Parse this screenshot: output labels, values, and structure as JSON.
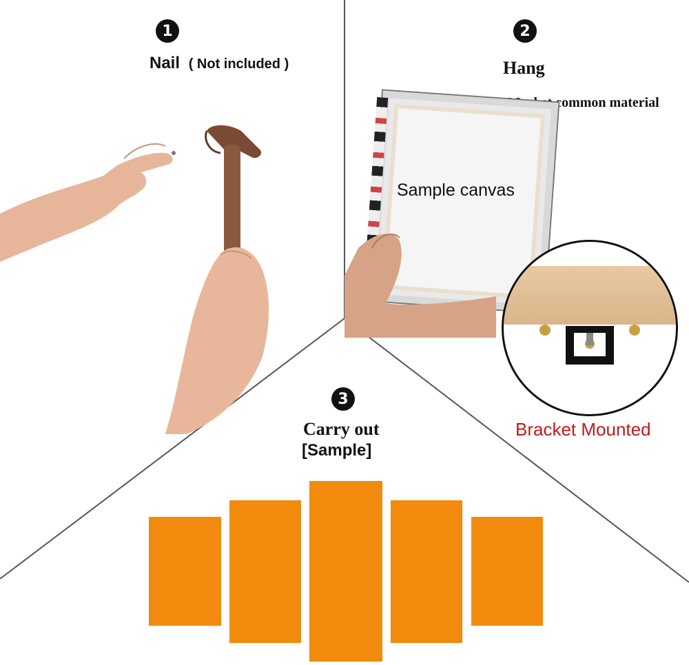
{
  "steps": [
    {
      "number": "1",
      "title": "Nail",
      "note": "( Not included )"
    },
    {
      "number": "2",
      "title": "Hang",
      "note": "▼ Market common material",
      "canvas_label": "Sample canvas",
      "bracket_label": "Bracket Mounted"
    },
    {
      "number": "3",
      "title": "Carry out",
      "note": "[Sample]"
    }
  ],
  "colors": {
    "accent": "#f28a0e",
    "bracket_text": "#c21a1a",
    "divider": "#333333"
  },
  "icons": [
    "hammer-icon",
    "hand-icon",
    "canvas-frame-icon",
    "bracket-icon"
  ]
}
